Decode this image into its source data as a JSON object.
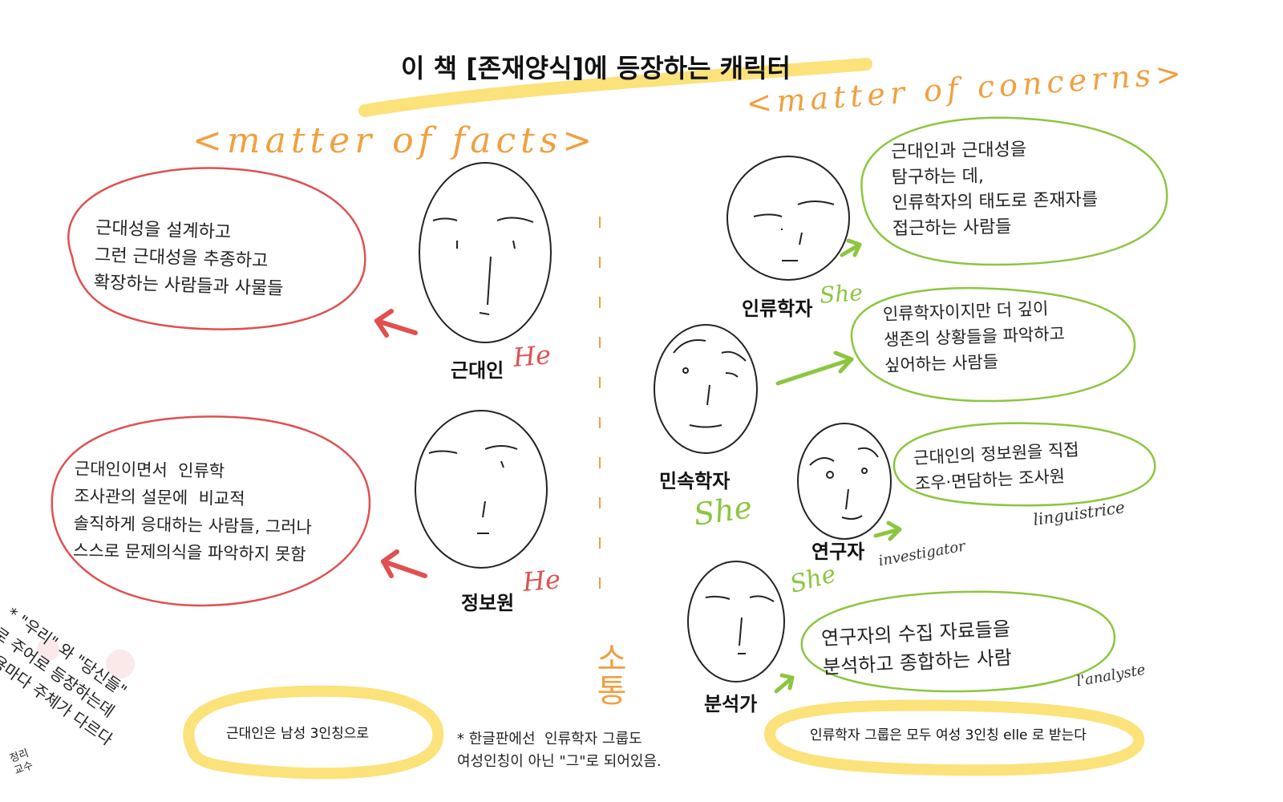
{
  "title": "이  책 [존재양식]에 등장하는 캐릭터",
  "left_header": "<matter of facts>",
  "right_header": "<matter of concerns>",
  "characters": {
    "modern": {
      "name": "근대인",
      "pronoun": "He",
      "description": "근대성을 설계하고\n그런 근대성을 추종하고\n확장하는 사람들과 사물들"
    },
    "informant": {
      "name": "정보원",
      "pronoun": "He",
      "description": "근대인이면서  인류학\n조사관의 설문에  비교적\n솔직하게 응대하는 사람들, 그러나\n스스로 문제의식을 파악하지 못함"
    },
    "anthropologist": {
      "name": "인류학자",
      "pronoun": "She",
      "description": "근대인과 근대성을\n탐구하는 데,\n인류학자의 태도로 존재자를\n접근하는 사람들"
    },
    "ethnographer": {
      "name": "민속학자",
      "pronoun": "She",
      "description": "인류학자이지만 더 깊이\n생존의 상황들을 파악하고\n싶어하는 사람들"
    },
    "investigator": {
      "name": "연구자",
      "pronoun": "She",
      "note": "investigator",
      "description": "근대인의 정보원을 직접\n조우·면담하는 조사원",
      "extra": "linguistrice"
    },
    "analyst": {
      "name": "분석가",
      "note": "l'analyste",
      "description": "연구자의 수집 자료들을\n분석하고 종합하는 사람"
    }
  },
  "center_word": "소통",
  "footnotes": {
    "left_highlight": "근대인은 남성 3인칭으로",
    "right_highlight": "인류학자 그룹은 모두 여성 3인칭 elle 로 받는다",
    "bottom_note": "* 한글판에선  인류학자 그룹도\n여성인칭이 아닌 \"그\"로 되어있음.",
    "side_note": "* \"우리\" 와 \"당신들\"\n로 주어로 등장하는데\n인용마다 주체가 다르다",
    "side_small": "정리\n교수"
  },
  "colors": {
    "red": "#e05050",
    "green": "#8cc63f",
    "orange": "#f0a040",
    "yellow": "#fbe27a"
  }
}
